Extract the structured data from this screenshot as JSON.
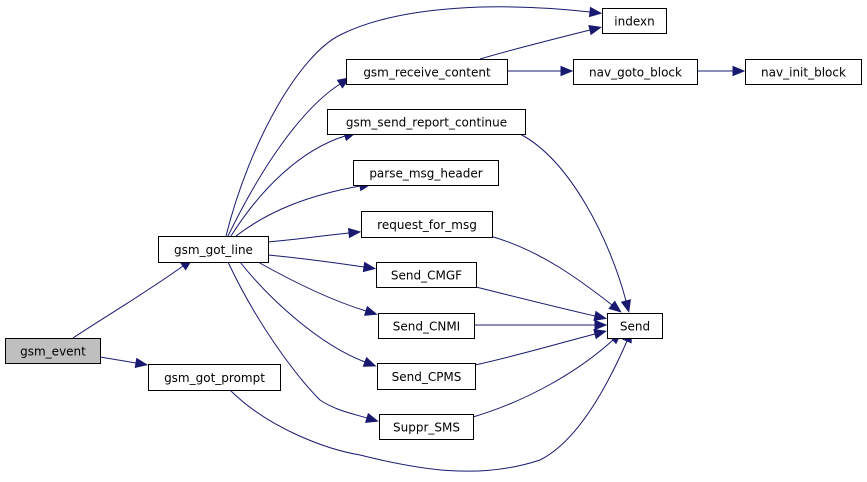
{
  "diagram": {
    "type": "call-graph",
    "nodes": [
      {
        "id": "gsm_event",
        "label": "gsm_event",
        "highlighted": true
      },
      {
        "id": "gsm_got_line",
        "label": "gsm_got_line"
      },
      {
        "id": "gsm_got_prompt",
        "label": "gsm_got_prompt"
      },
      {
        "id": "indexn",
        "label": "indexn"
      },
      {
        "id": "gsm_receive_content",
        "label": "gsm_receive_content"
      },
      {
        "id": "nav_goto_block",
        "label": "nav_goto_block"
      },
      {
        "id": "nav_init_block",
        "label": "nav_init_block"
      },
      {
        "id": "gsm_send_report_continue",
        "label": "gsm_send_report_continue"
      },
      {
        "id": "parse_msg_header",
        "label": "parse_msg_header"
      },
      {
        "id": "request_for_msg",
        "label": "request_for_msg"
      },
      {
        "id": "Send_CMGF",
        "label": "Send_CMGF"
      },
      {
        "id": "Send_CNMI",
        "label": "Send_CNMI"
      },
      {
        "id": "Send_CPMS",
        "label": "Send_CPMS"
      },
      {
        "id": "Suppr_SMS",
        "label": "Suppr_SMS"
      },
      {
        "id": "Send",
        "label": "Send"
      }
    ],
    "edges": [
      {
        "from": "gsm_event",
        "to": "gsm_got_line"
      },
      {
        "from": "gsm_event",
        "to": "gsm_got_prompt"
      },
      {
        "from": "gsm_got_line",
        "to": "indexn"
      },
      {
        "from": "gsm_got_line",
        "to": "gsm_receive_content"
      },
      {
        "from": "gsm_got_line",
        "to": "gsm_send_report_continue"
      },
      {
        "from": "gsm_got_line",
        "to": "parse_msg_header"
      },
      {
        "from": "gsm_got_line",
        "to": "request_for_msg"
      },
      {
        "from": "gsm_got_line",
        "to": "Send_CMGF"
      },
      {
        "from": "gsm_got_line",
        "to": "Send_CNMI"
      },
      {
        "from": "gsm_got_line",
        "to": "Send_CPMS"
      },
      {
        "from": "gsm_got_line",
        "to": "Suppr_SMS"
      },
      {
        "from": "gsm_receive_content",
        "to": "indexn"
      },
      {
        "from": "gsm_receive_content",
        "to": "nav_goto_block"
      },
      {
        "from": "nav_goto_block",
        "to": "nav_init_block"
      },
      {
        "from": "gsm_send_report_continue",
        "to": "Send"
      },
      {
        "from": "request_for_msg",
        "to": "Send"
      },
      {
        "from": "Send_CMGF",
        "to": "Send"
      },
      {
        "from": "Send_CNMI",
        "to": "Send"
      },
      {
        "from": "Send_CPMS",
        "to": "Send"
      },
      {
        "from": "Suppr_SMS",
        "to": "Send"
      },
      {
        "from": "gsm_got_prompt",
        "to": "Send"
      }
    ],
    "colors": {
      "edge": "#191970",
      "node_border": "#000000",
      "node_fill": "#ffffff",
      "root_fill": "#bfbfbf"
    }
  }
}
